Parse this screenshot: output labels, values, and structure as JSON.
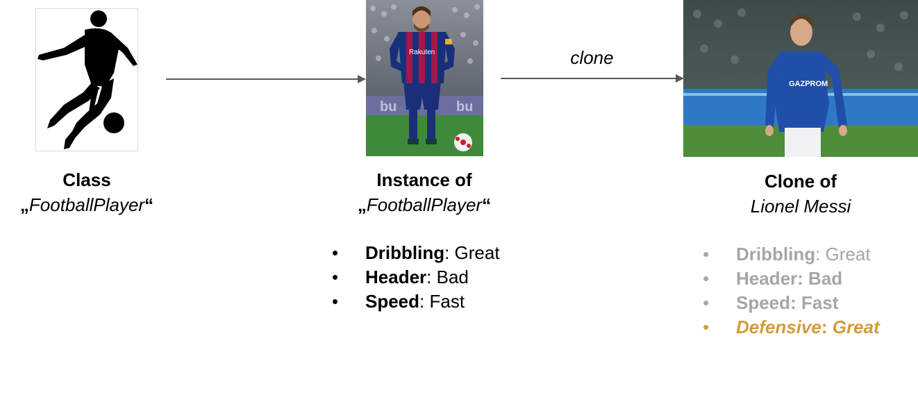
{
  "class_box": {
    "title": "Class",
    "quote_open": "„",
    "name": "FootballPlayer",
    "quote_close": "“"
  },
  "instance_box": {
    "title": "Instance of",
    "quote_open": "„",
    "name": "FootballPlayer",
    "quote_close": "“",
    "properties": [
      {
        "key": "Dribbling",
        "sep": ": ",
        "value": "Great"
      },
      {
        "key": "Header",
        "sep": ": ",
        "value": "Bad"
      },
      {
        "key": "Speed",
        "sep": ": ",
        "value": "Fast"
      }
    ]
  },
  "arrow_clone_label": "clone",
  "clone_box": {
    "title": "Clone of",
    "subtitle": "Lionel Messi",
    "properties": [
      {
        "key": "Dribbling",
        "sep": ": ",
        "value": "Great"
      },
      {
        "key": "Header",
        "sep": ": ",
        "value": "Bad"
      },
      {
        "key": "Speed",
        "sep": ": ",
        "value": "Fast"
      },
      {
        "key": "Defensive",
        "sep": ": ",
        "value": "Great"
      }
    ]
  },
  "bullet": "•",
  "colors": {
    "arrow": "#595959",
    "inherited_text": "#a6a6a6",
    "new_property": "#d39b3b",
    "barca_blue": "#1a2f7a",
    "barca_red": "#a3174a",
    "schalke_blue": "#1f4fa8"
  },
  "icons": {
    "class_image": "football-player-silhouette-icon",
    "instance_image": "player-photo-barcelona",
    "clone_image": "player-photo-schalke"
  }
}
